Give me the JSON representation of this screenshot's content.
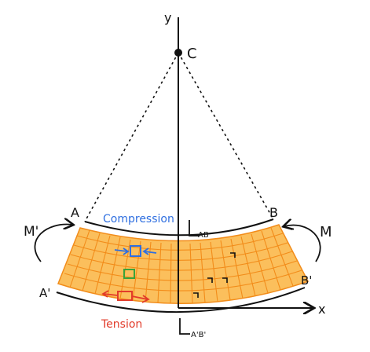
{
  "diagram": {
    "labels": {
      "y_axis": "y",
      "x_axis": "x",
      "center": "C",
      "point_a": "A",
      "point_b": "B",
      "point_a_prime": "A'",
      "point_b_prime": "B'",
      "moment_left": "M'",
      "moment_right": "M",
      "compression": "Compression",
      "tension": "Tension",
      "length_ab": "L",
      "length_ab_sub": "AB",
      "length_apbp": "L",
      "length_apbp_sub": "A'B'"
    },
    "colors": {
      "beam_fill": "#fbbf5c",
      "beam_grid": "#f28c1a",
      "compression_text": "#2f6fe0",
      "compression_square": "#2f6fe0",
      "neutral_square": "#3aa33a",
      "tension_text": "#e23b2a",
      "tension_rect": "#e23b2a",
      "ink": "#111111"
    }
  }
}
